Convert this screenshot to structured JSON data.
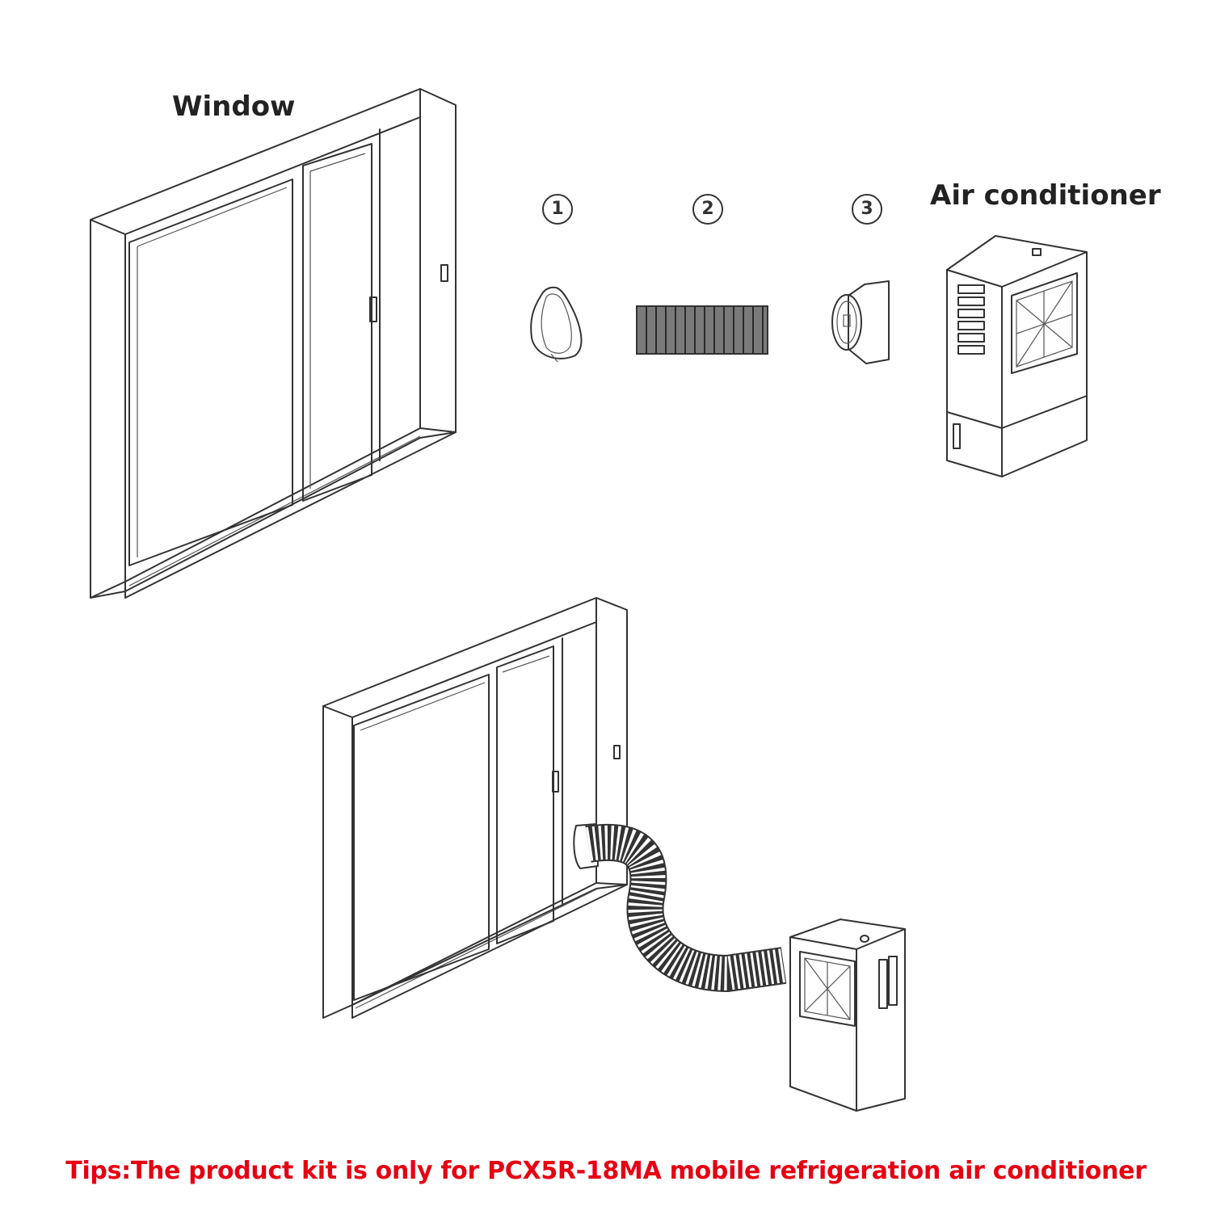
{
  "labels": {
    "window": "Window",
    "air_conditioner": "Air conditioner",
    "step1": "1",
    "step2": "2",
    "step3": "3"
  },
  "tips": "Tips:The product kit is only for PCX5R-18MA mobile refrigeration air conditioner",
  "colors": {
    "line": "#333333",
    "tips_text": "#e60012",
    "background": "#ffffff"
  },
  "icons": [
    "sliding-window-icon",
    "window-adapter-icon",
    "exhaust-hose-icon",
    "hose-connector-icon",
    "air-conditioner-icon",
    "installed-setup-icon"
  ]
}
